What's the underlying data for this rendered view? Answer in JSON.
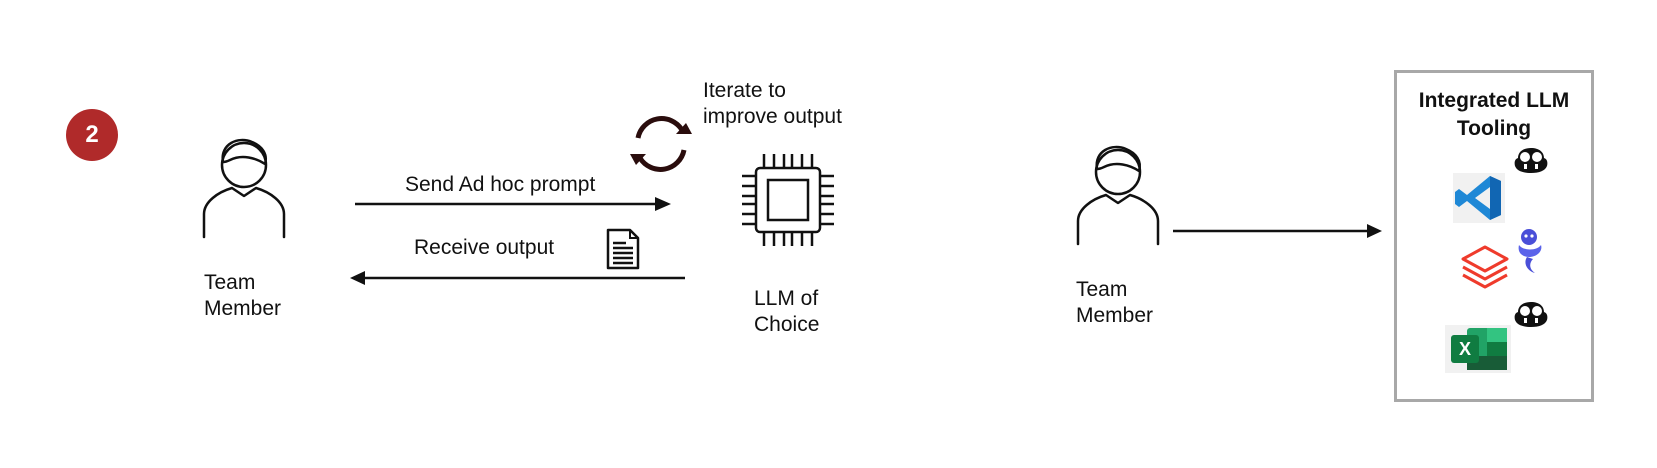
{
  "step": {
    "number": "2",
    "color": "#b02a2a"
  },
  "left_person": {
    "line1": "Team",
    "line2": "Member",
    "icon": "person-icon"
  },
  "llm": {
    "line1": "LLM of",
    "line2": "Choice",
    "icon": "chip-icon"
  },
  "iterate": {
    "line1": "Iterate to",
    "line2": "improve output",
    "icon": "refresh-cycle-icon"
  },
  "arrows": {
    "send_label": "Send Ad hoc prompt",
    "receive_label": "Receive output"
  },
  "document": {
    "icon": "document-icon"
  },
  "right_person": {
    "line1": "Team",
    "line2": "Member",
    "icon": "person-icon"
  },
  "tooling": {
    "title_line1": "Integrated LLM",
    "title_line2": "Tooling",
    "border_color": "#a8a8a8",
    "logos": [
      "copilot-icon",
      "vscode-icon",
      "genie-icon",
      "databricks-icon",
      "copilot-icon",
      "excel-icon"
    ],
    "excel_letter": "X"
  }
}
